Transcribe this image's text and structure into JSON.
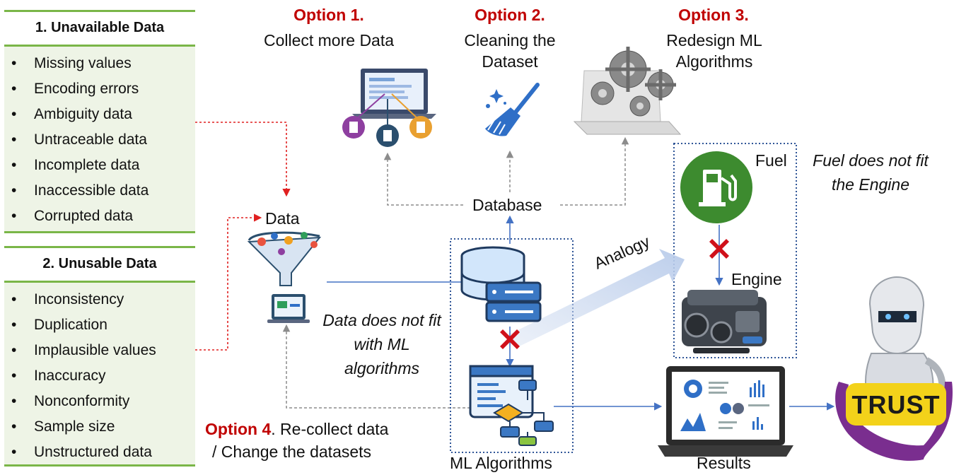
{
  "panel_unavailable": {
    "title": "1. Unavailable Data",
    "items": [
      "Missing values",
      "Encoding errors",
      "Ambiguity data",
      "Untraceable data",
      "Incomplete data",
      "Inaccessible data",
      "Corrupted data"
    ]
  },
  "panel_unusable": {
    "title": "2. Unusable Data",
    "items": [
      "Inconsistency",
      "Duplication",
      "Implausible values",
      "Inaccuracy",
      "Nonconformity",
      "Sample size",
      "Unstructured data"
    ]
  },
  "options": {
    "opt1_title": "Option 1.",
    "opt1_desc": "Collect more Data",
    "opt2_title": "Option 2.",
    "opt2_desc": "Cleaning the Dataset",
    "opt3_title": "Option 3.",
    "opt3_desc": "Redesign ML Algorithms",
    "opt4_title": "Option 4",
    "opt4_rest": ". Re-collect data",
    "opt4_line2": "/ Change the datasets"
  },
  "labels": {
    "data": "Data",
    "database": "Database",
    "ml_algorithms": "ML Algorithms",
    "results": "Results",
    "fuel": "Fuel",
    "engine": "Engine",
    "analogy": "Analogy",
    "trust": "TRUST",
    "data_not_fit": "Data does not fit with ML algorithms",
    "fuel_not_fit": "Fuel does not fit the Engine"
  },
  "colors": {
    "option_red": "#c00000",
    "panel_green": "#7ab648",
    "arrow_blue": "#4472c4",
    "dashed_red": "#e02020",
    "dashed_gray": "#8c8c8c",
    "cross_red": "#d0101a",
    "fuel_green": "#3d8b2f",
    "trust_purple": "#7a2e8f"
  },
  "icons": [
    "collect-laptop-icon",
    "broom-icon",
    "gears-laptop-icon",
    "data-funnel-icon",
    "database-server-icon",
    "algorithm-flowchart-icon",
    "fuel-pump-icon",
    "engine-icon",
    "results-laptop-icon",
    "robot-icon",
    "hands-icon",
    "cross-icon"
  ]
}
